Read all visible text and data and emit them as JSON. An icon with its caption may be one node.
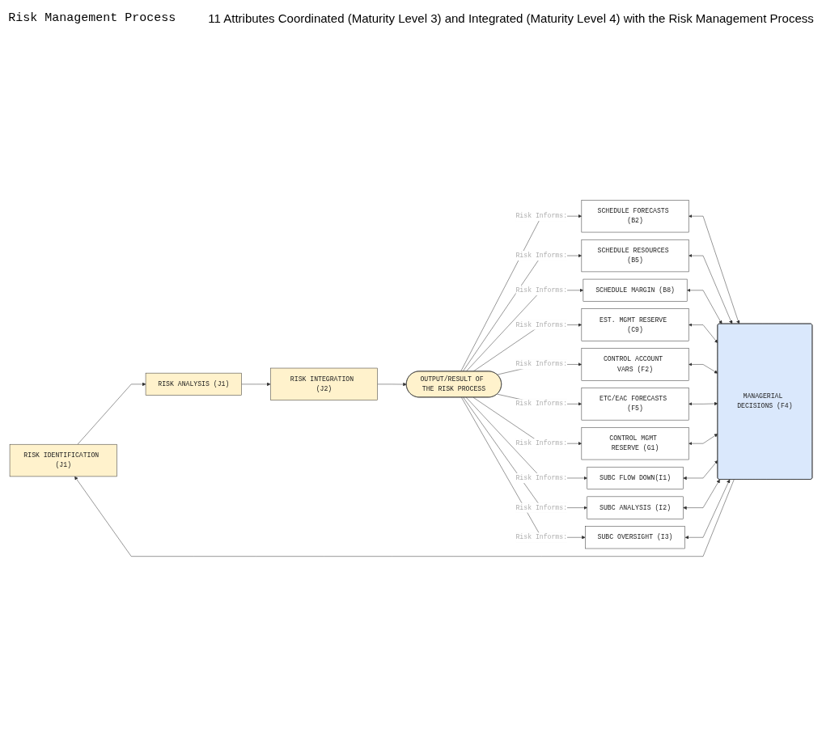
{
  "diagram": {
    "nodes": [
      {
        "text": [
          "RISK IDENTIFICATION (J1)"
        ]
      },
      {
        "text": [
          "RISK ANALYSIS (J1)"
        ]
      },
      {
        "text": [
          "RISK INTEGRATION (J2)"
        ]
      },
      {
        "text": [
          "OUTPUT/RESULT OF THE RISK PROCESS"
        ]
      },
      {
        "text": [
          "SCHEDULE FORECASTS (B2)"
        ]
      },
      {
        "text": [
          "SCHEDULE RESOURCES (B5)"
        ]
      },
      {
        "text": [
          "SCHEDULE MARGIN (B8)"
        ]
      },
      {
        "text": [
          "EST. MGMT RESERVE (C9)"
        ]
      },
      {
        "text": [
          "CONTROL ACCOUNT VARS (F2)"
        ]
      },
      {
        "text": [
          "ETC/EAC FORECASTS (F5)"
        ]
      },
      {
        "text": [
          "CONTROL MGMT RESERVE (G1)"
        ]
      },
      {
        "text": [
          "SUBC FLOW DOWN(I1)"
        ]
      },
      {
        "text": [
          "SUBC ANALYSIS (I2)"
        ]
      },
      {
        "text": [
          "SUBC OVERSIGHT (I3)"
        ]
      },
      {
        "text": [
          "MANAGERIAL DECISIONS (F4)"
        ]
      }
    ],
    "edges": [
      {
        "from": 0,
        "to": 1,
        "arrow": "to"
      },
      {
        "from": 1,
        "to": 2,
        "arrow": "to"
      },
      {
        "from": 2,
        "to": 3,
        "arrow": "to"
      },
      {
        "from": 3,
        "to": 4,
        "arrow": "to",
        "label": "Risk Informs:"
      },
      {
        "from": 3,
        "to": 5,
        "arrow": "to",
        "label": "Risk Informs:"
      },
      {
        "from": 3,
        "to": 6,
        "arrow": "to",
        "label": "Risk Informs:"
      },
      {
        "from": 3,
        "to": 7,
        "arrow": "to",
        "label": "Risk Informs:"
      },
      {
        "from": 3,
        "to": 8,
        "arrow": "to",
        "label": "Risk Informs:"
      },
      {
        "from": 3,
        "to": 9,
        "arrow": "to",
        "label": "Risk Informs:"
      },
      {
        "from": 3,
        "to": 10,
        "arrow": "to",
        "label": "Risk Informs:"
      },
      {
        "from": 3,
        "to": 11,
        "arrow": "to",
        "label": "Risk Informs:"
      },
      {
        "from": 3,
        "to": 12,
        "arrow": "to",
        "label": "Risk Informs:"
      },
      {
        "from": 3,
        "to": 13,
        "arrow": "to",
        "label": "Risk Informs:"
      },
      {
        "from": 4,
        "to": 14,
        "arrow": "both"
      },
      {
        "from": 5,
        "to": 14,
        "arrow": "both"
      },
      {
        "from": 6,
        "to": 14,
        "arrow": "both"
      },
      {
        "from": 7,
        "to": 14,
        "arrow": "both"
      },
      {
        "from": 8,
        "to": 14,
        "arrow": "both"
      },
      {
        "from": 9,
        "to": 14,
        "arrow": "both"
      },
      {
        "from": 10,
        "to": 14,
        "arrow": "both"
      },
      {
        "from": 11,
        "to": 14,
        "arrow": "both"
      },
      {
        "from": 12,
        "to": 14,
        "arrow": "both"
      },
      {
        "from": 13,
        "to": 14,
        "arrow": "both"
      },
      {
        "from": 14,
        "to": 0,
        "arrow": "to"
      }
    ],
    "labels": [
      "Risk Management Process",
      "11 Attributes Coordinated (Maturity Level 3) and Integrated (Maturity Level 4) with the Risk Management Process"
    ]
  }
}
